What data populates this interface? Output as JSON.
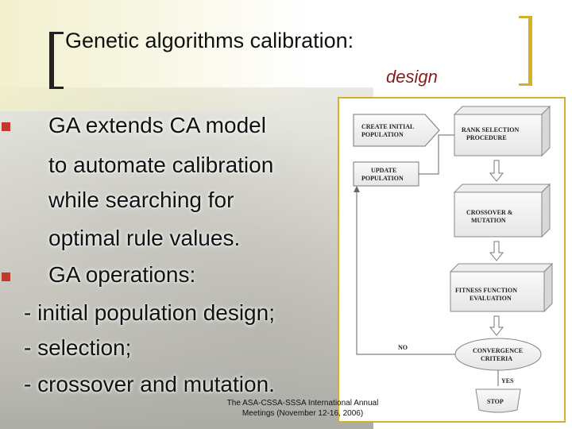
{
  "title": {
    "line1": "Genetic algorithms calibration:",
    "line2": "design"
  },
  "bullets": [
    {
      "lines": [
        "GA extends CA model",
        "to automate calibration",
        "while searching for",
        "optimal rule values."
      ]
    },
    {
      "lines": [
        "GA operations:"
      ]
    }
  ],
  "operations": [
    "- initial population design;",
    "- selection;",
    "- crossover and mutation."
  ],
  "footer": {
    "line1": "The ASA-CSSA-SSSA International Annual",
    "line2": "Meetings (November 12-16, 2006)"
  },
  "flowchart": {
    "create_initial": [
      "CREATE INITIAL",
      "POPULATION"
    ],
    "update": [
      "UPDATE",
      "POPULATION"
    ],
    "rank_selection": [
      "RANK SELECTION",
      "PROCEDURE"
    ],
    "crossover": [
      "CROSSOVER &",
      "MUTATION"
    ],
    "fitness": [
      "FITNESS FUNCTION",
      "EVALUATION"
    ],
    "convergence": [
      "CONVERGENCE",
      "CRITERIA"
    ],
    "no_label": "NO",
    "yes_label": "YES",
    "stop": "STOP"
  },
  "colors": {
    "bullet_marker": "#c0392b",
    "design_text": "#8b1a1a",
    "right_bracket": "#d4af2a",
    "panel_border": "#d4af2a"
  }
}
